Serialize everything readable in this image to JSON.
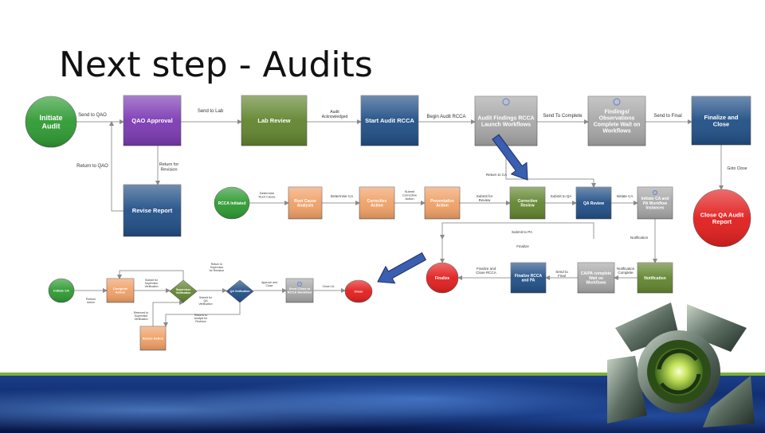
{
  "slide": {
    "title": "Next step - Audits"
  },
  "nodes": [
    {
      "id": "initiate-audit",
      "label": "Initiate Audit",
      "shape": "circle",
      "color": "#2e9a32"
    },
    {
      "id": "qao-approval",
      "label": "QAO Approval",
      "shape": "rect",
      "color": "#7c3ab3"
    },
    {
      "id": "lab-review",
      "label": "Lab Review",
      "shape": "rect",
      "color": "#62852f"
    },
    {
      "id": "start-audit-rcca",
      "label": "Start Audit RCCA",
      "shape": "rect",
      "color": "#214f86"
    },
    {
      "id": "audit-findings-rcca",
      "label": "Audit Findings RCCA Launch Workflows",
      "shape": "rect",
      "color": "#a7a7a7"
    },
    {
      "id": "findings-complete",
      "label": "Findings/ Observations Complete Wait on Workflows",
      "shape": "rect",
      "color": "#a7a7a7"
    },
    {
      "id": "finalize-close",
      "label": "Finalize and Close",
      "shape": "rect",
      "color": "#214f86"
    },
    {
      "id": "revise-report",
      "label": "Revise Report",
      "shape": "rect",
      "color": "#214f86"
    },
    {
      "id": "close-qa-report",
      "label": "Close QA Audit Report",
      "shape": "circle",
      "color": "#e21e1e"
    },
    {
      "id": "rcca-initiated",
      "label": "RCCA Initiated",
      "shape": "circle",
      "color": "#2e9a32"
    },
    {
      "id": "root-cause-analysis",
      "label": "Root Cause Analysis",
      "shape": "rect",
      "color": "#f0a066"
    },
    {
      "id": "corrective-action",
      "label": "Corrective Action",
      "shape": "rect",
      "color": "#f0a066"
    },
    {
      "id": "preventative-action",
      "label": "Preventative Action",
      "shape": "rect",
      "color": "#f0a066"
    },
    {
      "id": "corrective-review",
      "label": "Corrective Review",
      "shape": "rect",
      "color": "#62852f"
    },
    {
      "id": "qa-review",
      "label": "QA Review",
      "shape": "rect",
      "color": "#214f86"
    },
    {
      "id": "initiate-ca-pa",
      "label": "Initiate CA and PA Workflow Instances",
      "shape": "rect",
      "color": "#a7a7a7"
    },
    {
      "id": "finalize-rcca",
      "label": "Finalize RCCA and PA",
      "shape": "rect",
      "color": "#214f86"
    },
    {
      "id": "capa-complete",
      "label": "CA/PA complete Wait on Workflows",
      "shape": "rect",
      "color": "#a7a7a7"
    },
    {
      "id": "notification",
      "label": "Notification",
      "shape": "rect",
      "color": "#62852f"
    },
    {
      "id": "finalize-red",
      "label": "Finalize",
      "shape": "circle",
      "color": "#e21e1e"
    },
    {
      "id": "initiate-ca",
      "label": "Initiate CA",
      "shape": "circle",
      "color": "#2e9a32"
    },
    {
      "id": "complete-action",
      "label": "Complete Action",
      "shape": "rect",
      "color": "#f0a066"
    },
    {
      "id": "supervisor-verification",
      "label": "Supervisor Verification",
      "shape": "diamond",
      "color": "#62852f"
    },
    {
      "id": "qa-verification",
      "label": "QA Verification",
      "shape": "diamond",
      "color": "#214f86"
    },
    {
      "id": "send-close-rcca",
      "label": "Send Close to RCCA Workflow",
      "shape": "rect",
      "color": "#a7a7a7"
    },
    {
      "id": "close-red",
      "label": "Close",
      "shape": "circle",
      "color": "#e21e1e"
    },
    {
      "id": "revise-action",
      "label": "Revise Action",
      "shape": "rect",
      "color": "#f0a066"
    }
  ],
  "edges": {
    "send_to_qao": "Send to QAO",
    "send_to_lab": "Send to Lab",
    "audit_acknowledged": "Audit Acknowledged",
    "begin_audit_rcca": "Begin Audit RCCA",
    "send_to_complete": "Send To Complete",
    "send_to_final": "Send to Final",
    "return_to_qao": "Return to QAO",
    "return_for_revision": "Return for Revision",
    "goto_close": "Goto Close",
    "return_to_ca": "Return to CA",
    "determine_root_cause": "Determine Root Cause",
    "determine_ca": "Determine CA",
    "submit_pa": "Submit Corrective Action",
    "submit_for_review": "Submit for Review",
    "submit_to_qa": "Submit to QA",
    "initiate_ca": "Initiate CA",
    "submit_to_pa": "Submit to PA",
    "notification": "Notification",
    "finalize": "Finalize",
    "finalize_and_close": "Finalize and Close RCCA",
    "send_to_final2": "Send to Final",
    "notification_complete": "Notification Complete",
    "return_to_supervisor": "Return to Supervisor for Revision",
    "submit_for_supervisor": "Submit for Supervisor Verification",
    "perform_action": "Perform Action",
    "submit_for_qa_verification": "Submit for QA Verification",
    "approve_and_close": "Approve and Close",
    "close_ca": "Close CA",
    "returned_to_supervisor": "Returned to Supervisor Verification",
    "return_for_qa_revision": "Returns to Analyst for Revision"
  },
  "colors": {
    "arrow_highlight": "#3a5fb0",
    "accent_green": "#7fae3c"
  }
}
